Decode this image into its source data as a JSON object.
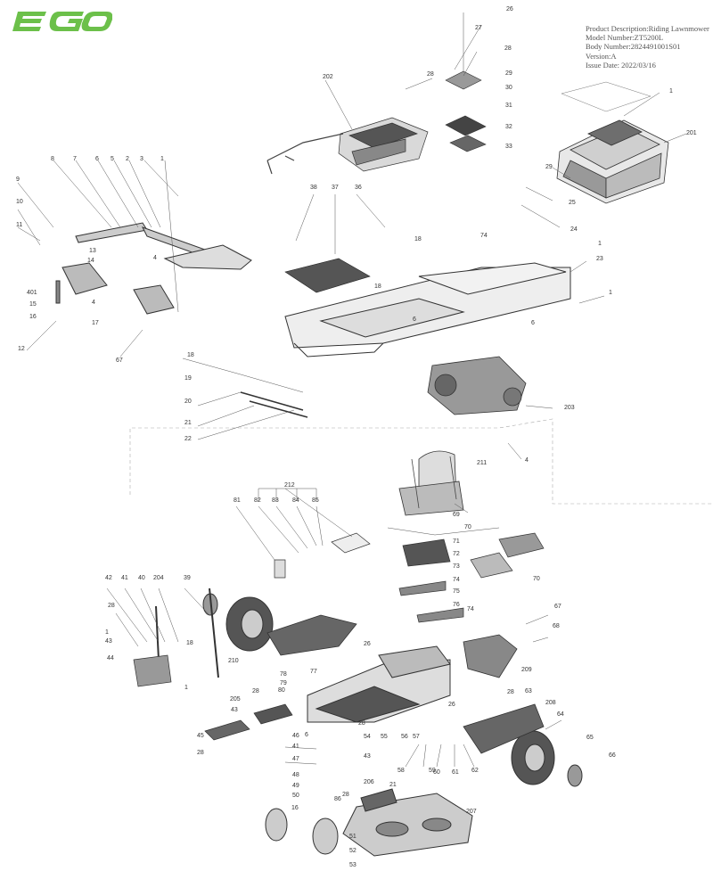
{
  "brand": {
    "name": "EGO",
    "color": "#6cc04a"
  },
  "info": {
    "product_description": "Product Description:Riding Lawnmower",
    "model_number": "Model Number:ZT5200L",
    "body_number": "Body Number:2824491001S01",
    "version": "Version:A",
    "issue_date": "Issue Date: 2022/03/16"
  },
  "upper_labels": [
    "26",
    "27",
    "28",
    "29",
    "30",
    "31",
    "32",
    "33",
    "202",
    "28",
    "1",
    "201",
    "29",
    "25",
    "24",
    "9",
    "8",
    "7",
    "6",
    "5",
    "2",
    "3",
    "1",
    "10",
    "11",
    "13",
    "14",
    "401",
    "15",
    "16",
    "12",
    "4",
    "4",
    "17",
    "67",
    "38",
    "37",
    "36",
    "18",
    "74",
    "18",
    "1",
    "23",
    "1",
    "6",
    "6",
    "18",
    "19",
    "20",
    "21",
    "22",
    "203",
    "4"
  ],
  "lower_labels": [
    "211",
    "69",
    "212",
    "81",
    "82",
    "83",
    "84",
    "85",
    "70",
    "71",
    "72",
    "73",
    "70",
    "74",
    "75",
    "76",
    "74",
    "67",
    "68",
    "42",
    "41",
    "40",
    "204",
    "39",
    "28",
    "1",
    "18",
    "43",
    "44",
    "210",
    "28",
    "209",
    "26",
    "78",
    "79",
    "77",
    "80",
    "28",
    "63",
    "205",
    "43",
    "45",
    "46",
    "6",
    "28",
    "26",
    "208",
    "64",
    "65",
    "66",
    "28",
    "41",
    "47",
    "48",
    "49",
    "50",
    "16",
    "86",
    "28",
    "52",
    "51",
    "53",
    "54",
    "55",
    "56",
    "57",
    "58",
    "59",
    "60",
    "61",
    "62",
    "43",
    "206",
    "21",
    "207",
    "1"
  ]
}
